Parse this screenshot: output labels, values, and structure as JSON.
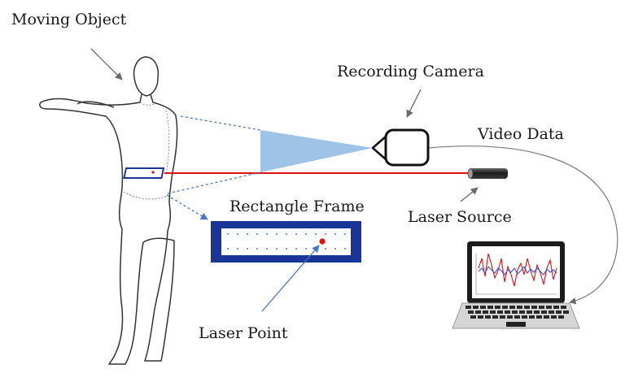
{
  "labels": {
    "moving_object": "Moving Object",
    "recording_camera": "Recording Camera",
    "video_data": "Video Data",
    "rectangle_frame": "Rectangle Frame",
    "laser_source": "Laser Source",
    "laser_point": "Laser Point"
  },
  "colors": {
    "laser": "#e01010",
    "frame": "#1a3598",
    "view_cone": "#9ec3e6",
    "guide_dots": "#4a78c8",
    "outline": "#333333",
    "label": "#1a1a1a"
  }
}
